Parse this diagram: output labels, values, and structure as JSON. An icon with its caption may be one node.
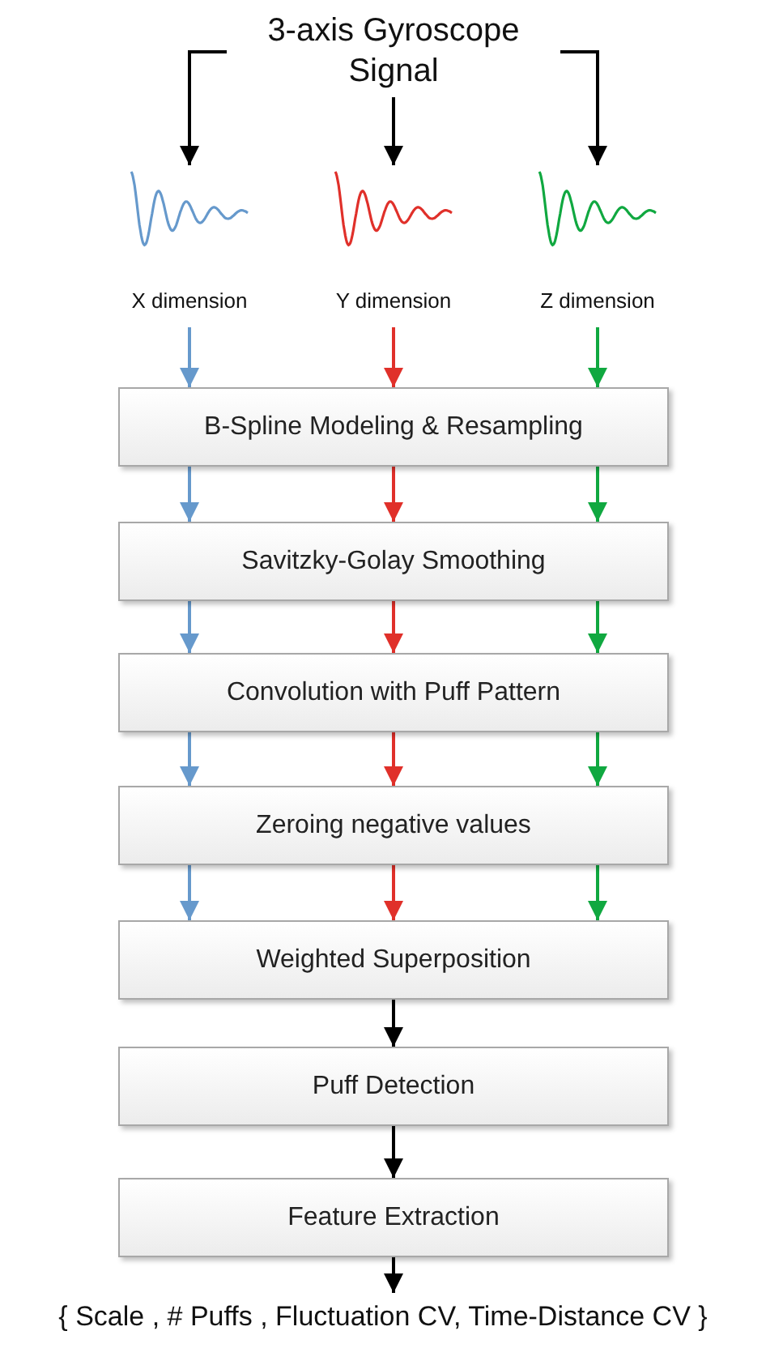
{
  "diagram": {
    "nodes": [
      {
        "text": [
          "3-axis Gyroscope Signal"
        ]
      },
      {
        "text": [
          "X dimension"
        ]
      },
      {
        "text": [
          "Y dimension"
        ]
      },
      {
        "text": [
          "Z dimension"
        ]
      },
      {
        "text": [
          "B-Spline Modeling & Resampling"
        ]
      },
      {
        "text": [
          "Savitzky-Golay Smoothing"
        ]
      },
      {
        "text": [
          "Convolution with Puff Pattern"
        ]
      },
      {
        "text": [
          "Zeroing negative values"
        ]
      },
      {
        "text": [
          "Weighted Superposition"
        ]
      },
      {
        "text": [
          "Puff Detection"
        ]
      },
      {
        "text": [
          "Feature Extraction"
        ]
      },
      {
        "text": [
          "{ Scale , # Puffs , Fluctuation CV, Time-Distance CV }"
        ]
      }
    ],
    "edges": [
      {
        "from": 0,
        "to": 1,
        "arrow": "to",
        "color": "#000000"
      },
      {
        "from": 0,
        "to": 2,
        "arrow": "to",
        "color": "#000000"
      },
      {
        "from": 0,
        "to": 3,
        "arrow": "to",
        "color": "#000000"
      },
      {
        "from": 1,
        "to": 4,
        "arrow": "to",
        "color": "#6699cc"
      },
      {
        "from": 2,
        "to": 4,
        "arrow": "to",
        "color": "#e0302a"
      },
      {
        "from": 3,
        "to": 4,
        "arrow": "to",
        "color": "#10a840"
      },
      {
        "from": 4,
        "to": 5,
        "arrow": "to",
        "color": "#6699cc"
      },
      {
        "from": 4,
        "to": 5,
        "arrow": "to",
        "color": "#e0302a"
      },
      {
        "from": 4,
        "to": 5,
        "arrow": "to",
        "color": "#10a840"
      },
      {
        "from": 5,
        "to": 6,
        "arrow": "to",
        "color": "#6699cc"
      },
      {
        "from": 5,
        "to": 6,
        "arrow": "to",
        "color": "#e0302a"
      },
      {
        "from": 5,
        "to": 6,
        "arrow": "to",
        "color": "#10a840"
      },
      {
        "from": 6,
        "to": 7,
        "arrow": "to",
        "color": "#6699cc"
      },
      {
        "from": 6,
        "to": 7,
        "arrow": "to",
        "color": "#e0302a"
      },
      {
        "from": 6,
        "to": 7,
        "arrow": "to",
        "color": "#10a840"
      },
      {
        "from": 7,
        "to": 8,
        "arrow": "to",
        "color": "#6699cc"
      },
      {
        "from": 7,
        "to": 8,
        "arrow": "to",
        "color": "#e0302a"
      },
      {
        "from": 7,
        "to": 8,
        "arrow": "to",
        "color": "#10a840"
      },
      {
        "from": 8,
        "to": 9,
        "arrow": "to",
        "color": "#000000"
      },
      {
        "from": 9,
        "to": 10,
        "arrow": "to",
        "color": "#000000"
      },
      {
        "from": 10,
        "to": 11,
        "arrow": "to",
        "color": "#000000"
      }
    ]
  }
}
